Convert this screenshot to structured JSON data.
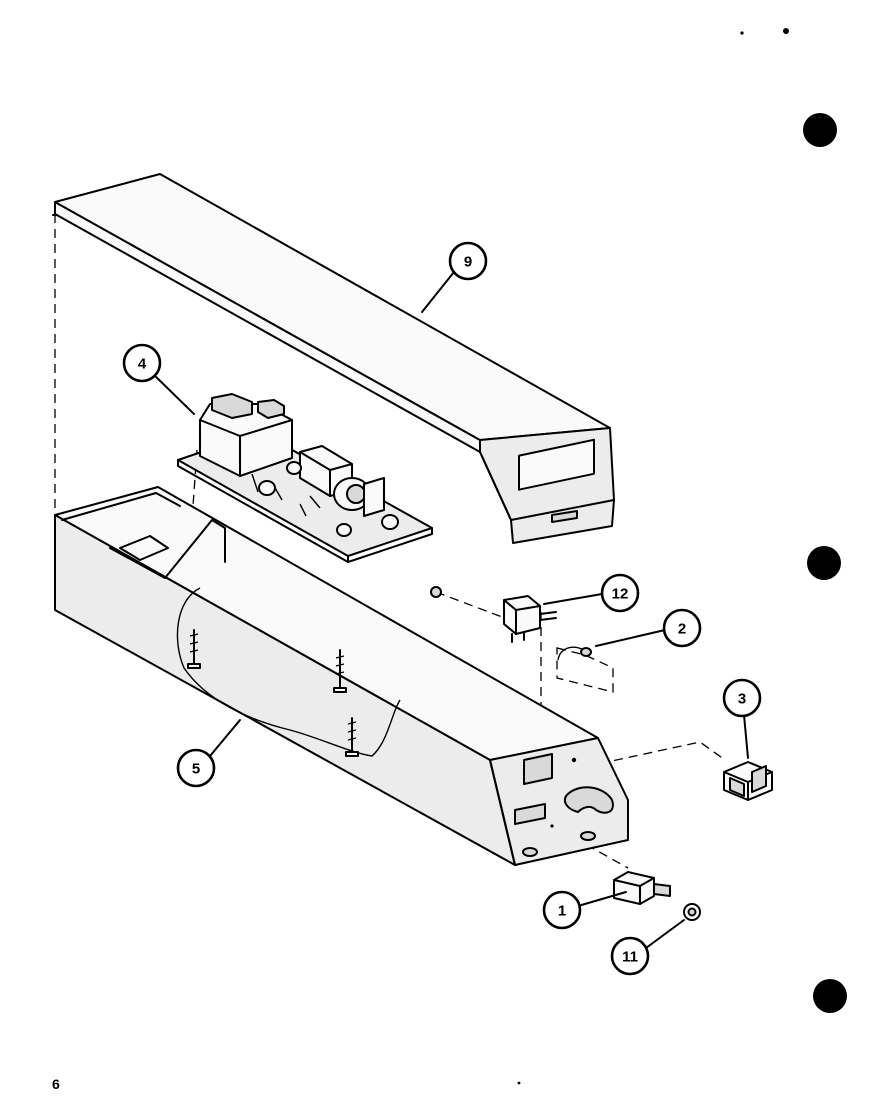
{
  "callouts": [
    {
      "id": "c9",
      "label": "9"
    },
    {
      "id": "c4",
      "label": "4"
    },
    {
      "id": "c12",
      "label": "12"
    },
    {
      "id": "c2",
      "label": "2"
    },
    {
      "id": "c3",
      "label": "3"
    },
    {
      "id": "c5",
      "label": "5"
    },
    {
      "id": "c1",
      "label": "1"
    },
    {
      "id": "c11",
      "label": "11"
    }
  ],
  "page_number": "6"
}
